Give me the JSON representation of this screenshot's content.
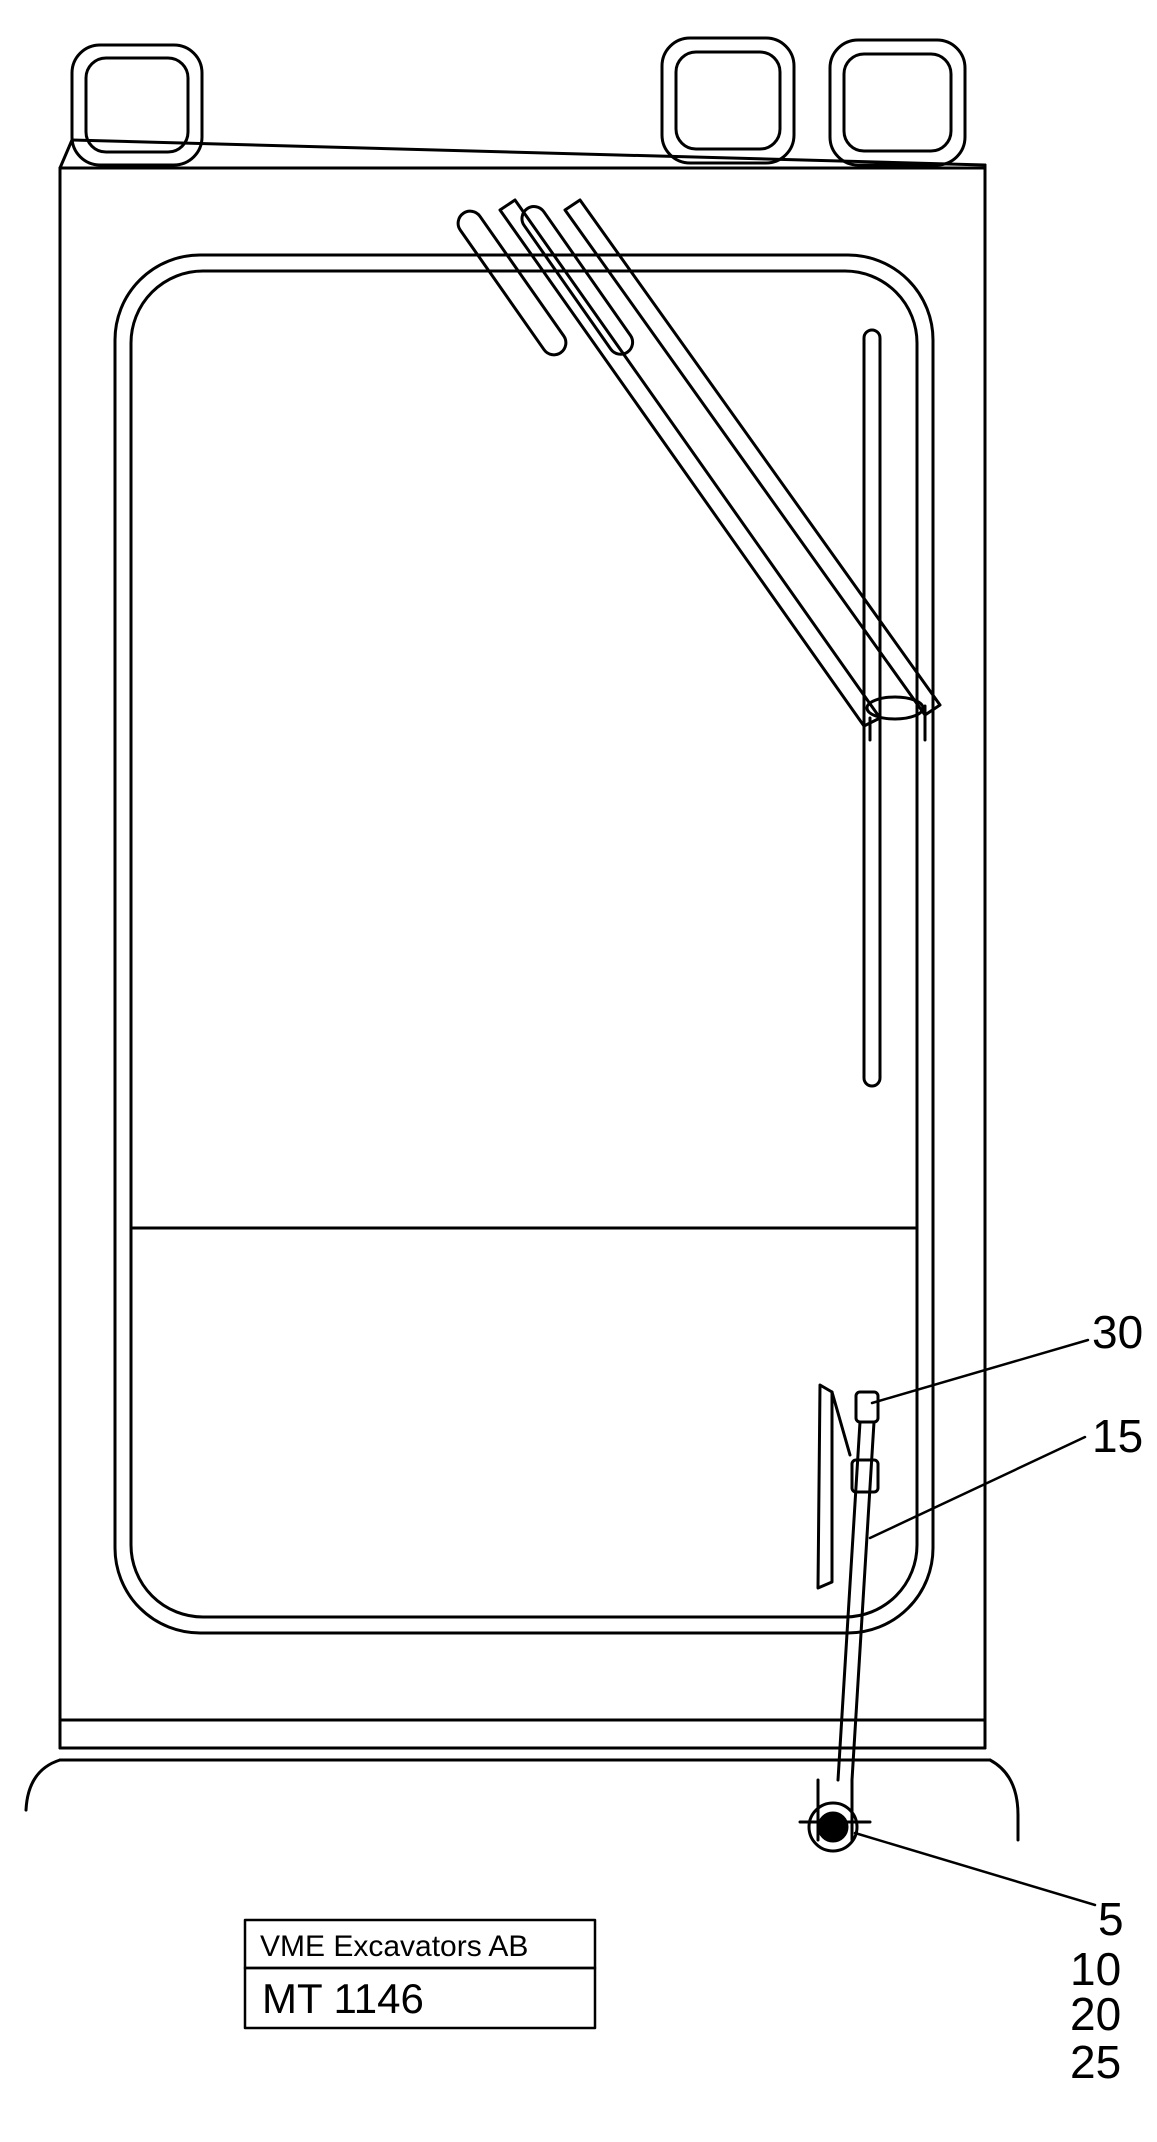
{
  "callouts": {
    "c30": "30",
    "c15": "15",
    "c5": "5",
    "c10": "10",
    "c20": "20",
    "c25": "25"
  },
  "stamp": {
    "company": "VME Excavators AB",
    "code": "MT 1146"
  },
  "colors": {
    "line": "#000000",
    "background": "#ffffff"
  }
}
